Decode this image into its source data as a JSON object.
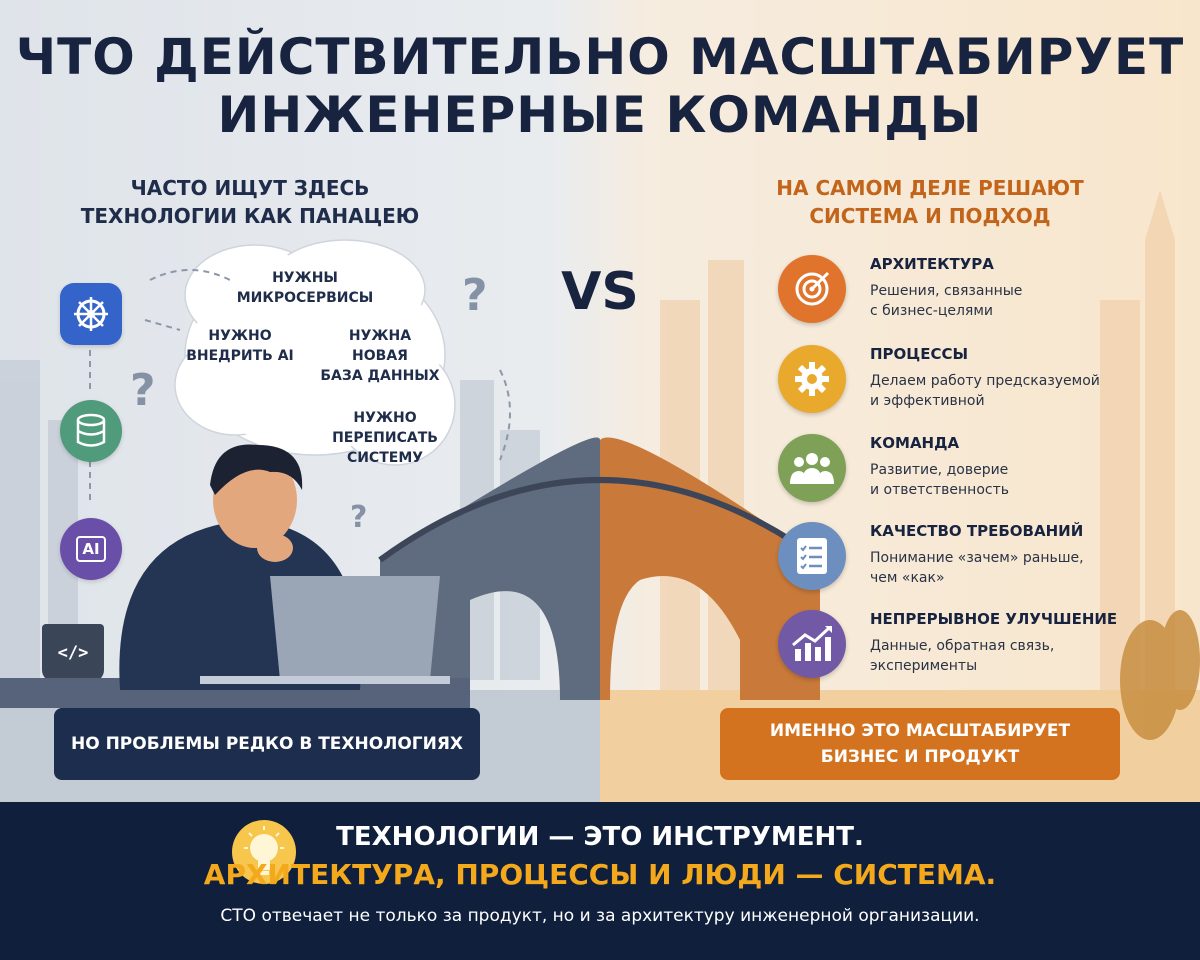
{
  "title": {
    "line1": "ЧТО ДЕЙСТВИТЕЛЬНО МАСШТАБИРУЕТ",
    "line2": "ИНЖЕНЕРНЫЕ КОМАНДЫ"
  },
  "left": {
    "heading1": "ЧАСТО ИЩУТ ЗДЕСЬ",
    "heading2": "ТЕХНОЛОГИИ КАК ПАНАЦЕЮ",
    "thoughts": [
      {
        "l1": "НУЖНЫ",
        "l2": "МИКРОСЕРВИСЫ",
        "l3": ""
      },
      {
        "l1": "НУЖНО",
        "l2": "ВНЕДРИТЬ AI",
        "l3": ""
      },
      {
        "l1": "НУЖНА",
        "l2": "НОВАЯ",
        "l3": "БАЗА ДАННЫХ"
      },
      {
        "l1": "НУЖНО",
        "l2": "ПЕРЕПИСАТЬ",
        "l3": "СИСТЕМУ"
      }
    ],
    "tech_icons": {
      "ai_label": "AI",
      "code_label": "</>"
    },
    "banner": "НО ПРОБЛЕМЫ РЕДКО В ТЕХНОЛОГИЯХ"
  },
  "vs": "VS",
  "right": {
    "heading1": "НА САМОМ ДЕЛЕ РЕШАЮТ",
    "heading2": "СИСТЕМА И ПОДХОД",
    "items": [
      {
        "title": "АРХИТЕКТУРА",
        "desc1": "Решения, связанные",
        "desc2": "с бизнес-целями",
        "color": "#e0742c",
        "icon": "target-icon"
      },
      {
        "title": "ПРОЦЕССЫ",
        "desc1": "Делаем работу предсказуемой",
        "desc2": "и эффективной",
        "color": "#e9a92c",
        "icon": "gear-icon"
      },
      {
        "title": "КОМАНДА",
        "desc1": "Развитие, доверие",
        "desc2": "и ответственность",
        "color": "#7ea157",
        "icon": "people-icon"
      },
      {
        "title": "КАЧЕСТВО ТРЕБОВАНИЙ",
        "desc1": "Понимание «зачем» раньше,",
        "desc2": "чем «как»",
        "color": "#6d8fbf",
        "icon": "checklist-icon"
      },
      {
        "title": "НЕПРЕРЫВНОЕ УЛУЧШЕНИЕ",
        "desc1": "Данные, обратная связь,",
        "desc2": "эксперименты",
        "color": "#7259a5",
        "icon": "growth-chart-icon"
      }
    ],
    "banner1": "ИМЕННО ЭТО МАСШТАБИРУЕТ",
    "banner2": "БИЗНЕС И ПРОДУКТ"
  },
  "footer": {
    "line1": "ТЕХНОЛОГИИ — ЭТО ИНСТРУМЕНТ.",
    "line2": "АРХИТЕКТУРА, ПРОЦЕССЫ И ЛЮДИ — СИСТЕМА.",
    "line3": "СТО отвечает не только за продукт, но и за архитектуру инженерной организации."
  },
  "colors": {
    "navy": "#17233f",
    "orange": "#d3731f",
    "footer_bg": "#0f1f3c",
    "footer_accent": "#f4a81c"
  }
}
